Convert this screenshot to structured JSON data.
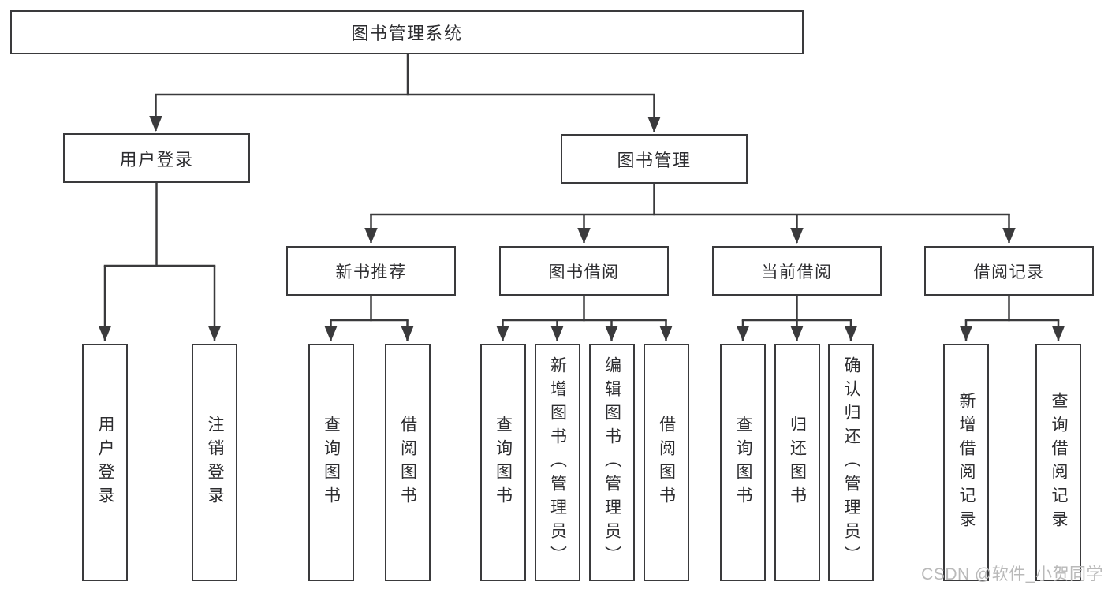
{
  "root": {
    "label": "图书管理系统"
  },
  "level2": {
    "user_login": "用户登录",
    "book_management": "图书管理"
  },
  "level3": {
    "new_books": "新书推荐",
    "book_borrow": "图书借阅",
    "current_borrow": "当前借阅",
    "borrow_records": "借阅记录"
  },
  "leaves": {
    "user_login": [
      "用户登录",
      "注销登录"
    ],
    "new_books": [
      "查询图书",
      "借阅图书"
    ],
    "book_borrow": [
      "查询图书",
      "新增图书（管理员）",
      "编辑图书（管理员）",
      "借阅图书"
    ],
    "current_borrow": [
      "查询图书",
      "归还图书",
      "确认归还（管理员）"
    ],
    "borrow_records": [
      "新增借阅记录",
      "查询借阅记录"
    ]
  },
  "watermark": "CSDN @软件_小贺同学",
  "colors": {
    "line": "#3a3a3c",
    "text": "#2d2d30",
    "background": "#ffffff",
    "watermark": "#b9b9b9"
  }
}
